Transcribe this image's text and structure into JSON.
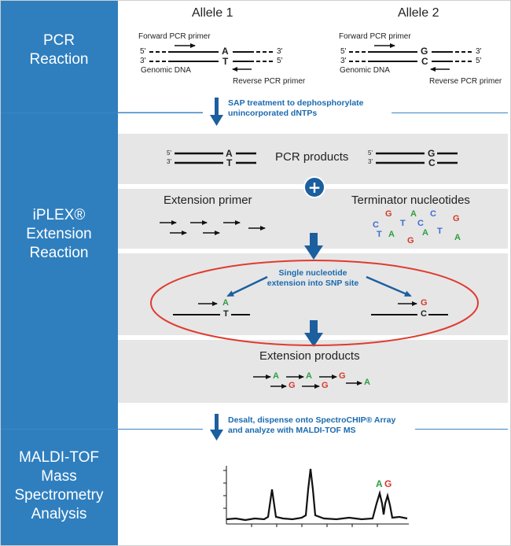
{
  "sections": {
    "pcr": [
      "PCR",
      "Reaction"
    ],
    "iplex": [
      "iPLEX®",
      "Extension",
      "Reaction"
    ],
    "maldi": [
      "MALDI-TOF",
      "Mass",
      "Spectrometry",
      "Analysis"
    ]
  },
  "alleles": {
    "allele1": "Allele 1",
    "allele2": "Allele 2"
  },
  "pcr_labels": {
    "forward_primer": "Forward PCR primer",
    "reverse_primer": "Reverse PCR primer",
    "genomic_dna": "Genomic DNA",
    "five_prime": "5'",
    "three_prime": "3'",
    "allele1_top": "A",
    "allele1_bottom": "T",
    "allele2_top": "G",
    "allele2_bottom": "C"
  },
  "steps": {
    "sap_line1": "SAP treatment to dephosphorylate",
    "sap_line2": "unincorporated dNTPs",
    "desalt_line1": "Desalt, dispense onto SpectroCHIP® Array",
    "desalt_line2": "and analyze with MALDI-TOF MS"
  },
  "iplex_labels": {
    "pcr_products": "PCR products",
    "plus": "+",
    "extension_primer": "Extension primer",
    "terminator_nucleotides": "Terminator nucleotides",
    "single_ext_line1": "Single nucleotide",
    "single_ext_line2": "extension into SNP site",
    "extension_products": "Extension products"
  },
  "terminators": [
    {
      "t": "G",
      "c": "#d33a2c"
    },
    {
      "t": "A",
      "c": "#2f9e44"
    },
    {
      "t": "C",
      "c": "#3b6fd0"
    },
    {
      "t": "C",
      "c": "#3b6fd0"
    },
    {
      "t": "T",
      "c": "#3b6fd0"
    },
    {
      "t": "C",
      "c": "#3b6fd0"
    },
    {
      "t": "G",
      "c": "#d33a2c"
    },
    {
      "t": "A",
      "c": "#2f9e44"
    },
    {
      "t": "A",
      "c": "#2f9e44"
    },
    {
      "t": "G",
      "c": "#d33a2c"
    },
    {
      "t": "T",
      "c": "#3b6fd0"
    },
    {
      "t": "A",
      "c": "#2f9e44"
    },
    {
      "t": "T",
      "c": "#3b6fd0"
    }
  ],
  "ext_products": [
    {
      "t": "A",
      "c": "#2f9e44"
    },
    {
      "t": "A",
      "c": "#2f9e44"
    },
    {
      "t": "G",
      "c": "#d33a2c"
    },
    {
      "t": "G",
      "c": "#d33a2c"
    },
    {
      "t": "G",
      "c": "#d33a2c"
    },
    {
      "t": "A",
      "c": "#2f9e44"
    }
  ],
  "spectrum_peak_labels": [
    {
      "t": "A",
      "c": "#2f9e44"
    },
    {
      "t": "G",
      "c": "#d33a2c"
    }
  ],
  "colors": {
    "brand_blue": "#2f7fbf",
    "step_text": "#1a6aaf",
    "highlight_ring": "#e03b2f",
    "band_gray": "#e6e6e6"
  }
}
